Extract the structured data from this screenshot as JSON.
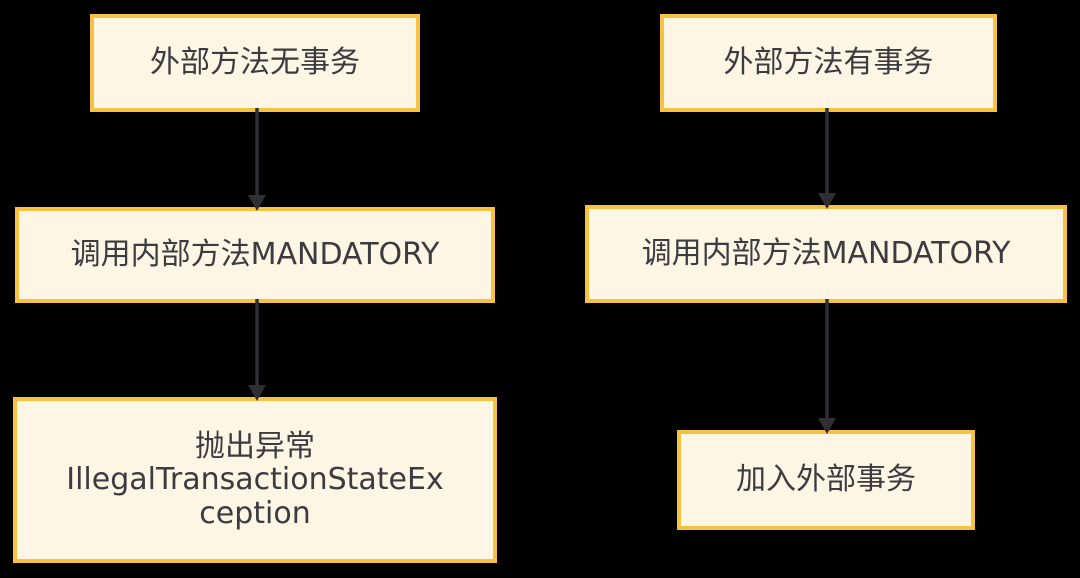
{
  "colors": {
    "background": "#000000",
    "node_fill": "#fdf6e4",
    "node_border": "#f5c242",
    "node_text": "#3b3b40",
    "arrow": "#2e2e33"
  },
  "flows": {
    "left": [
      {
        "label": "外部方法无事务"
      },
      {
        "label": "调用内部方法MANDATORY"
      },
      {
        "label": "抛出异常\nIllegalTransactionStateEx\nception"
      }
    ],
    "right": [
      {
        "label": "外部方法有事务"
      },
      {
        "label": "调用内部方法MANDATORY"
      },
      {
        "label": "加入外部事务"
      }
    ]
  }
}
